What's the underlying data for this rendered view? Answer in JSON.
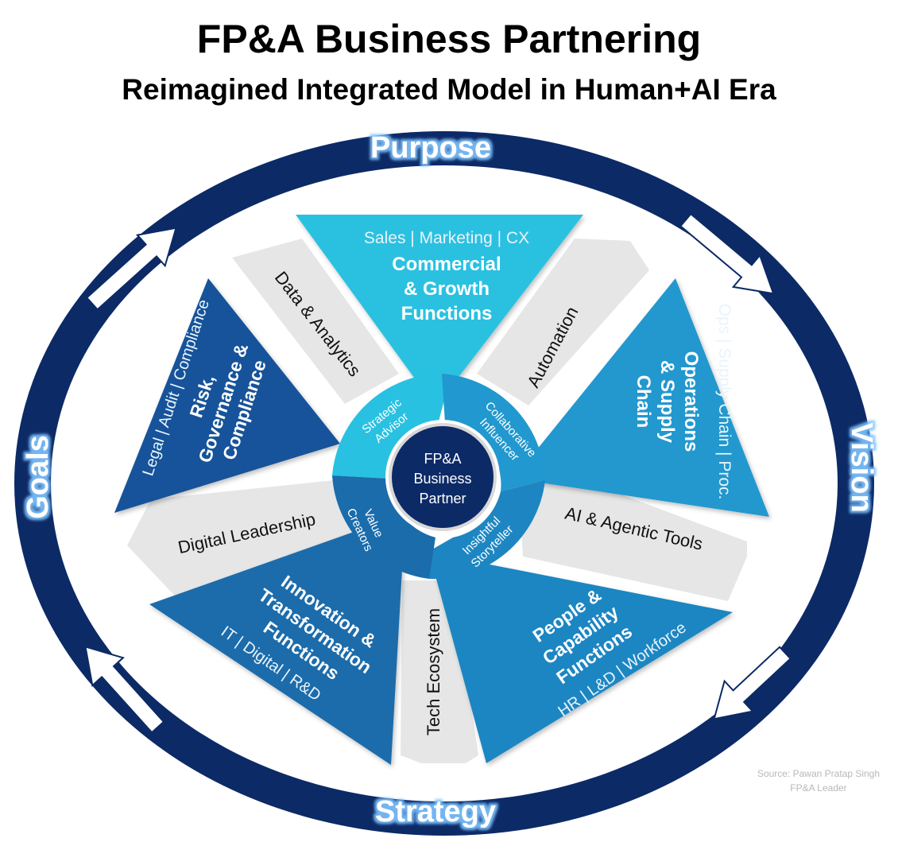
{
  "header": {
    "title": "FP&A Business Partnering",
    "subtitle": "Reimagined Integrated Model in Human+AI Era"
  },
  "ring": {
    "top": "Purpose",
    "right": "Vision",
    "bottom": "Strategy",
    "left": "Goals"
  },
  "segments": {
    "commercial": {
      "sub": "Sales | Marketing | CX",
      "line1": "Commercial",
      "line2": "& Growth",
      "line3": "Functions"
    },
    "operations": {
      "sub": "Ops | Supply Chain | Proc.",
      "line1": "Operations",
      "line2": "& Supply",
      "line3": "Chain"
    },
    "people": {
      "sub": "HR | L&D | Workforce",
      "line1": "People &",
      "line2": "Capability",
      "line3": "Functions"
    },
    "innovation": {
      "sub": "IT | Digital | R&D",
      "line1": "Innovation &",
      "line2": "Transformation",
      "line3": "Functions"
    },
    "risk": {
      "sub": "Legal | Audit | Compliance",
      "line1": "Risk,",
      "line2": "Governance &",
      "line3": "Compliance"
    }
  },
  "pillars": {
    "data": "Data & Analytics",
    "automation": "Automation",
    "ai": "AI & Agentic Tools",
    "tech": "Tech Ecosystem",
    "digital": "Digital Leadership"
  },
  "roles": {
    "strategic": {
      "line1": "Strategic",
      "line2": "Advisor"
    },
    "collaborative": {
      "line1": "Collaborative",
      "line2": "Influencer"
    },
    "insightful": {
      "line1": "Insightful",
      "line2": "Storyteller"
    },
    "value": {
      "line1": "Value",
      "line2": "Creators"
    }
  },
  "hub": {
    "line1": "FP&A",
    "line2": "Business",
    "line3": "Partner"
  },
  "source": {
    "line1": "Source: Pawan Pratap Singh",
    "line2": "FP&A Leader"
  },
  "colors": {
    "ring": "#0c2a66",
    "hub": "#0c2a66",
    "commercial": "#29c1e1",
    "operations": "#2198cf",
    "people": "#1d86c2",
    "innovation": "#1a6cab",
    "risk": "#14529a",
    "pillar": "#e6e6e6"
  }
}
